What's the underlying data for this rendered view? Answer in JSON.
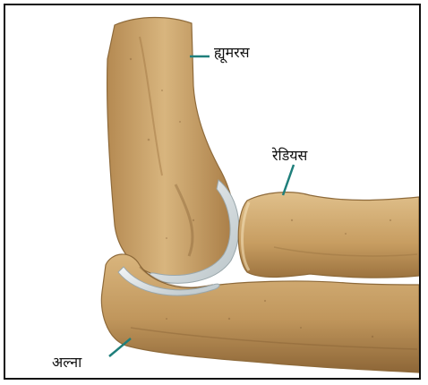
{
  "labels": {
    "humerus": "ह्यूमरस",
    "radius": "रेडियस",
    "ulna": "अल्ना"
  },
  "colors": {
    "bone": "#c49a5f",
    "bone_light": "#e2c38f",
    "bone_dark": "#8e6a3a",
    "cartilage": "#dfe6e8",
    "leader": "#1f7f7b"
  }
}
